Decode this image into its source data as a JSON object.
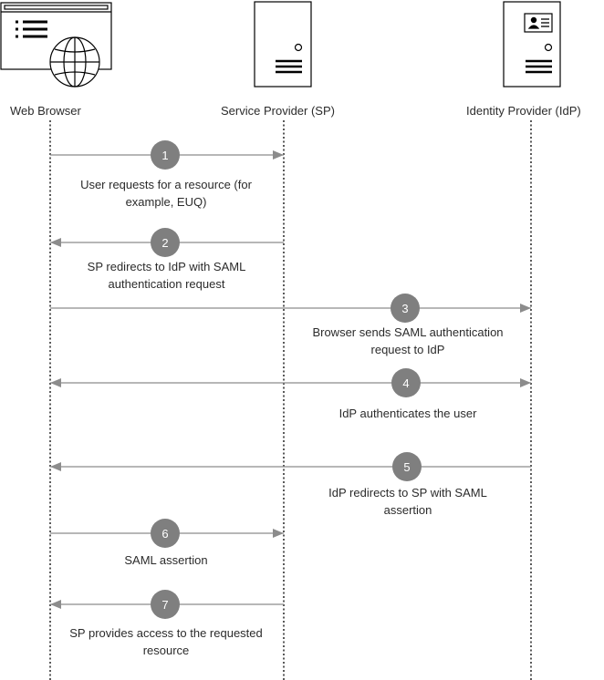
{
  "actors": {
    "browser": {
      "label": "Web Browser",
      "icon": "browser-globe-icon"
    },
    "sp": {
      "label": "Service Provider (SP)",
      "icon": "server-icon"
    },
    "idp": {
      "label": "Identity Provider (IdP)",
      "icon": "identity-server-icon"
    }
  },
  "steps": [
    {
      "num": "1",
      "from": "browser",
      "to": "sp",
      "text": "User requests for a resource (for example, EUQ)"
    },
    {
      "num": "2",
      "from": "sp",
      "to": "browser",
      "text": "SP redirects to IdP with SAML authentication request"
    },
    {
      "num": "3",
      "from": "browser",
      "to": "idp",
      "text": "Browser sends SAML authentication request to IdP"
    },
    {
      "num": "4",
      "from": "browser",
      "to": "idp",
      "bidirectional": true,
      "text": "IdP authenticates the user"
    },
    {
      "num": "5",
      "from": "idp",
      "to": "browser",
      "text": "IdP redirects to SP with SAML assertion"
    },
    {
      "num": "6",
      "from": "browser",
      "to": "sp",
      "text": "SAML assertion"
    },
    {
      "num": "7",
      "from": "sp",
      "to": "browser",
      "text": "SP provides access to the requested resource"
    }
  ],
  "colors": {
    "line": "#8c8c8c",
    "badge": "#7f7f7f",
    "lifeline": "#000000",
    "icon": "#000000"
  }
}
